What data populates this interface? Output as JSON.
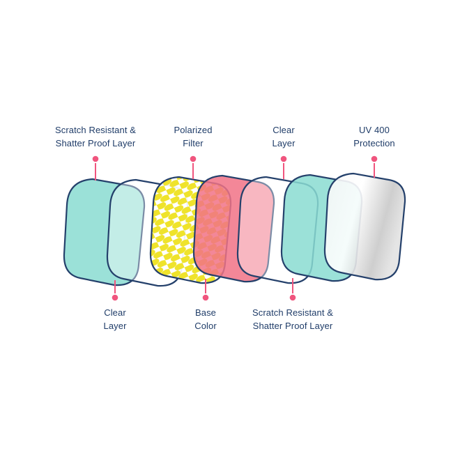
{
  "top_labels": [
    {
      "text": "Scratch Resistant &\nShatter Proof Layer"
    },
    {
      "text": "Polarized\nFilter"
    },
    {
      "text": "Clear\nLayer"
    },
    {
      "text": "UV 400\nProtection"
    }
  ],
  "bottom_labels": [
    {
      "text": "Clear\nLayer"
    },
    {
      "text": "Base\nColor"
    },
    {
      "text": "Scratch Resistant &\nShatter Proof Layer"
    }
  ],
  "layers": [
    {
      "name": "Scratch Resistant & Shatter Proof Layer",
      "appearance": "teal"
    },
    {
      "name": "Clear Layer",
      "appearance": "clear outline"
    },
    {
      "name": "Polarized Filter",
      "appearance": "yellow dotted"
    },
    {
      "name": "Base Color",
      "appearance": "pink"
    },
    {
      "name": "Clear Layer",
      "appearance": "clear outline"
    },
    {
      "name": "Scratch Resistant & Shatter Proof Layer",
      "appearance": "teal"
    },
    {
      "name": "UV 400 Protection",
      "appearance": "silver gradient"
    }
  ],
  "colors": {
    "lens_outline": "#24406B",
    "teal": "#8ADCD1",
    "yellow": "#EFE32B",
    "pink": "#F17286",
    "uv_silver": "#C9C9C9",
    "label_text": "#1F3C68",
    "connector_pink": "#F0557E",
    "background": "#FFFFFF"
  }
}
